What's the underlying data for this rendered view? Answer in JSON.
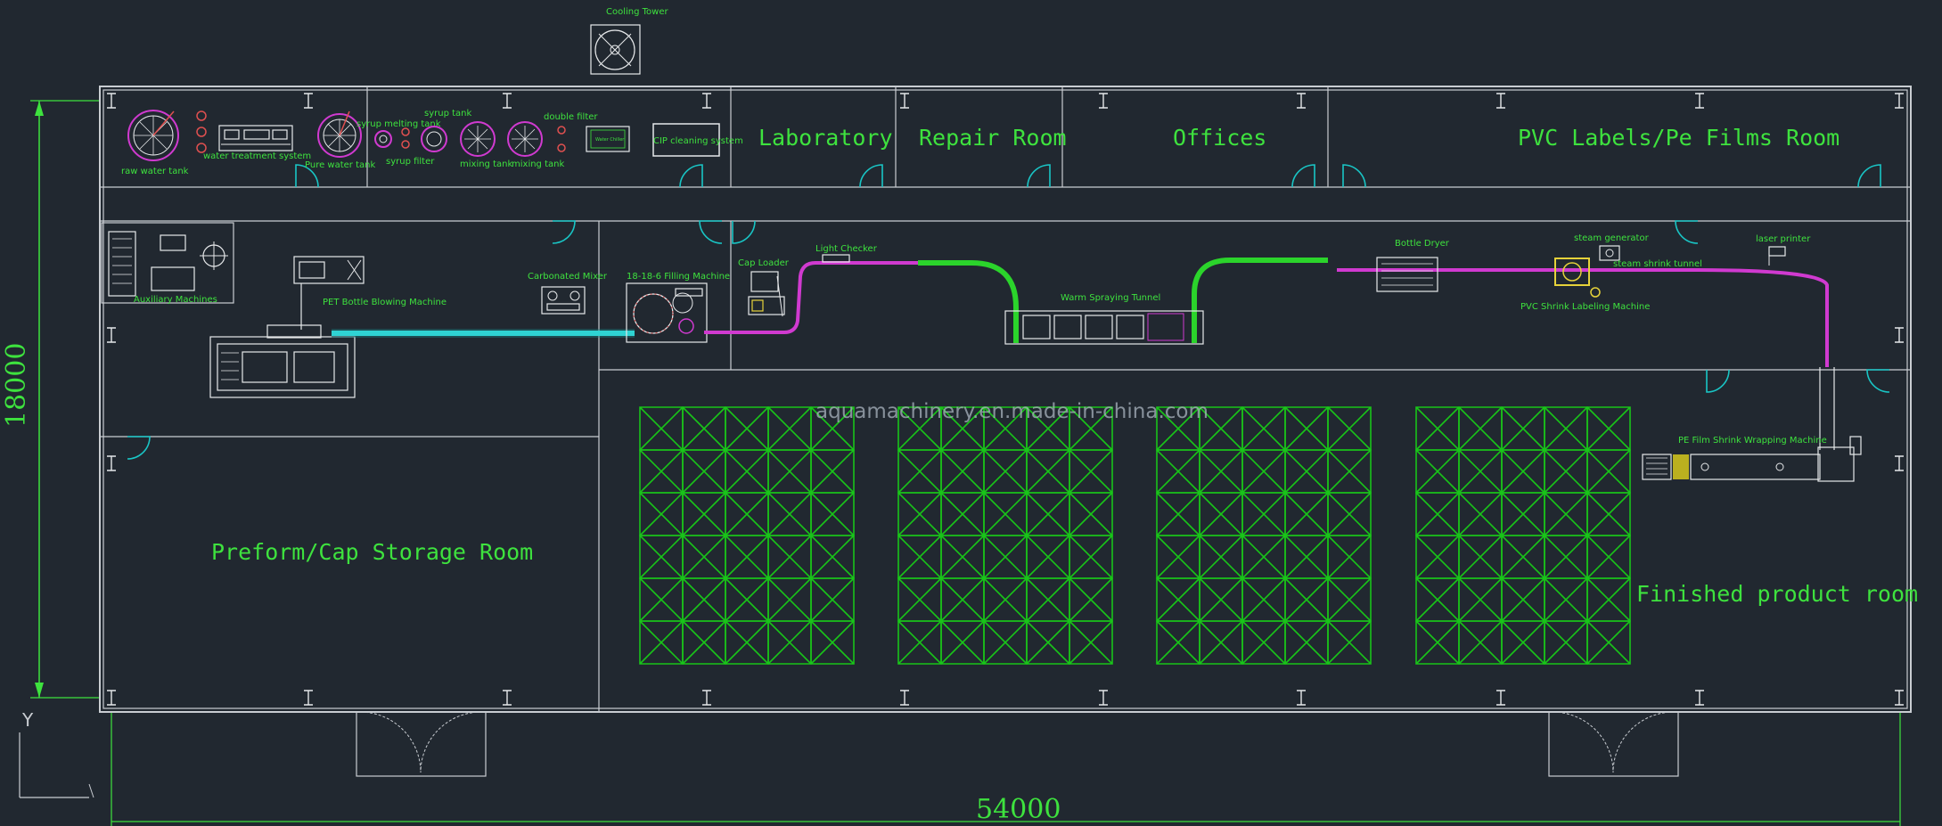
{
  "watermark": "aquamachinery.en.made-in-china.com",
  "rooms": {
    "laboratory": "Laboratory",
    "repair_room": "Repair Room",
    "offices": "Offices",
    "pvc_labels": "PVC Labels/Pe Films Room",
    "preform_storage": "Preform/Cap Storage Room",
    "finished_product": "Finished product room"
  },
  "machines": {
    "cooling_tower": "Cooling Tower",
    "raw_water_tank": "raw water tank",
    "water_treatment": "water treatment system",
    "pure_water_tank": "Pure water tank",
    "syrup_melting_tank": "syrup melting tank",
    "syrup_tank": "syrup tank",
    "syrup_filter": "syrup filter",
    "mixing_tank_1": "mixing tank",
    "mixing_tank_2": "mixing tank",
    "double_filter": "double filter",
    "water_chiller": "Water Chiller",
    "cip_cleaning": "CIP cleaning system",
    "auxiliary_machines": "Auxiliary Machines",
    "pet_blowing": "PET Bottle Blowing Machine",
    "carbonated_mixer": "Carbonated Mixer",
    "filling_machine": "18-18-6 Filling Machine",
    "cap_loader": "Cap Loader",
    "light_checker": "Light Checker",
    "warm_spraying_tunnel": "Warm Spraying Tunnel",
    "bottle_dryer": "Bottle Dryer",
    "steam_generator": "steam generator",
    "steam_shrink_tunnel": "steam shrink tunnel",
    "pvc_shrink_labeling": "PVC Shrink Labeling Machine",
    "laser_printer": "laser printer",
    "pe_film_wrapping": "PE Film Shrink Wrapping Machine"
  },
  "dimensions": {
    "height": "18000",
    "width": "54000"
  },
  "axis": {
    "y_label": "Y"
  },
  "colors": {
    "background": "#212830",
    "text_green": "#3ee23e",
    "rack_green": "#19c419",
    "door_cyan": "#19c5c5",
    "conveyor_cyan": "#2fd3d3",
    "conveyor_pink": "#d03ad0",
    "wall_white": "#c9cdd2"
  },
  "storage_racks": {
    "blocks": 4,
    "columns_per_block": 5,
    "rows_per_block": 6
  }
}
